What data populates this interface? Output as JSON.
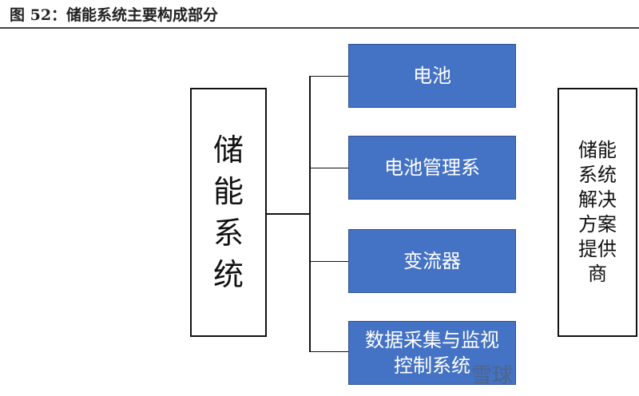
{
  "title": "图 52：储能系统主要构成部分",
  "left_box": {
    "chars": [
      "储",
      "能",
      "系",
      "统"
    ]
  },
  "components": [
    "电池",
    "电池管理系",
    "变流器",
    "数据采集与监视控制系统"
  ],
  "right_box": {
    "lines": [
      "储能",
      "系统",
      "解决",
      "方案",
      "提供",
      "商"
    ]
  },
  "watermark": "雪球"
}
